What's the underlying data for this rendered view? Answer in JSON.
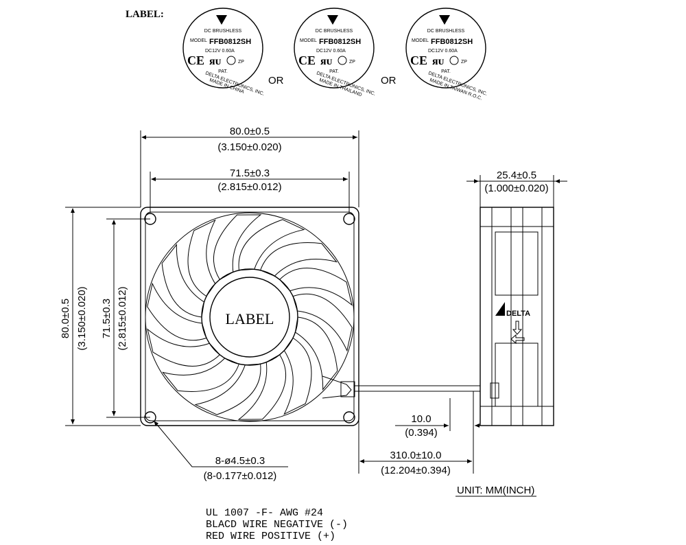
{
  "header": {
    "label_heading": "LABEL:"
  },
  "labels": [
    {
      "line1": "DC BRUSHLESS",
      "model_prefix": "MODEL",
      "model": "FFB0812SH",
      "ratings": "DC12V   0.60A",
      "pat": "PAT.",
      "maker": "DELTA ELECTRONICS, INC.",
      "origin": "MADE IN CHINA"
    },
    {
      "line1": "DC BRUSHLESS",
      "model_prefix": "MODEL",
      "model": "FFB0812SH",
      "ratings": "DC12V   0.60A",
      "pat": "PAT.",
      "maker": "DELTA ELECTRONICS, INC.",
      "origin": "MADE IN THAILAND"
    },
    {
      "line1": "DC BRUSHLESS",
      "model_prefix": "MODEL",
      "model": "FFB0812SH",
      "ratings": "DC12V   0.60A",
      "pat": "PAT.",
      "maker": "DELTA ELECTRONICS, INC.",
      "origin": "MADE IN TAIWAN R.O.C."
    }
  ],
  "or_text": "OR",
  "front_view": {
    "hub_label": "LABEL",
    "width_mm": "80.0±0.5",
    "width_in": "(3.150±0.020)",
    "hole_spacing_mm": "71.5±0.3",
    "hole_spacing_in": "(2.815±0.012)",
    "height_mm": "80.0±0.5",
    "height_in": "(3.150±0.020)",
    "vert_spacing_mm": "71.5±0.3",
    "vert_spacing_in": "(2.815±0.012)",
    "holes_mm": "8-ø4.5±0.3",
    "holes_in": "(8-0.177±0.012)"
  },
  "side_view": {
    "brand": "DELTA",
    "depth_mm": "25.4±0.5",
    "depth_in": "(1.000±0.020)"
  },
  "wire": {
    "strip_mm": "10.0",
    "strip_in": "(0.394)",
    "length_mm": "310.0±10.0",
    "length_in": "(12.204±0.394)"
  },
  "unit_note": "UNIT: MM(INCH)",
  "notes": [
    "UL 1007 -F- AWG #24",
    "BLACD WIRE NEGATIVE (-)",
    "RED WIRE POSITIVE (+)"
  ]
}
